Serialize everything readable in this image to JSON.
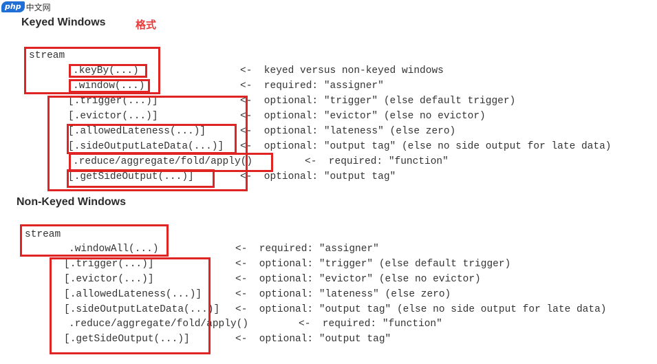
{
  "logo": {
    "badge": "php",
    "text": "中文网"
  },
  "keyed": {
    "title": "Keyed Windows",
    "note": "格式",
    "lines": [
      {
        "code": "stream",
        "comment": ""
      },
      {
        "code": ".keyBy(...)",
        "comment": "<-  keyed versus non-keyed windows"
      },
      {
        "code": ".window(...)",
        "comment": "<-  required: \"assigner\""
      },
      {
        "code": "[.trigger(...)]",
        "comment": "<-  optional: \"trigger\" (else default trigger)"
      },
      {
        "code": "[.evictor(...)]",
        "comment": "<-  optional: \"evictor\" (else no evictor)"
      },
      {
        "code": "[.allowedLateness(...)]",
        "comment": "<-  optional: \"lateness\" (else zero)"
      },
      {
        "code": "[.sideOutputLateData(...)]",
        "comment": "<-  optional: \"output tag\" (else no side output for late data)"
      },
      {
        "code": ".reduce/aggregate/fold/apply()",
        "comment": "<-  required: \"function\""
      },
      {
        "code": "[.getSideOutput(...)]",
        "comment": "<-  optional: \"output tag\""
      }
    ]
  },
  "nonkeyed": {
    "title": "Non-Keyed Windows",
    "lines": [
      {
        "code": "stream",
        "comment": ""
      },
      {
        "code": ".windowAll(...)",
        "comment": "<-  required: \"assigner\""
      },
      {
        "code": "[.trigger(...)]",
        "comment": "<-  optional: \"trigger\" (else default trigger)"
      },
      {
        "code": "[.evictor(...)]",
        "comment": "<-  optional: \"evictor\" (else no evictor)"
      },
      {
        "code": "[.allowedLateness(...)]",
        "comment": "<-  optional: \"lateness\" (else zero)"
      },
      {
        "code": "[.sideOutputLateData(...)]",
        "comment": "<-  optional: \"output tag\" (else no side output for late data)"
      },
      {
        "code": ".reduce/aggregate/fold/apply()",
        "comment": "<-  required: \"function\""
      },
      {
        "code": "[.getSideOutput(...)]",
        "comment": "<-  optional: \"output tag\""
      }
    ]
  },
  "accent_color": "#e02424"
}
